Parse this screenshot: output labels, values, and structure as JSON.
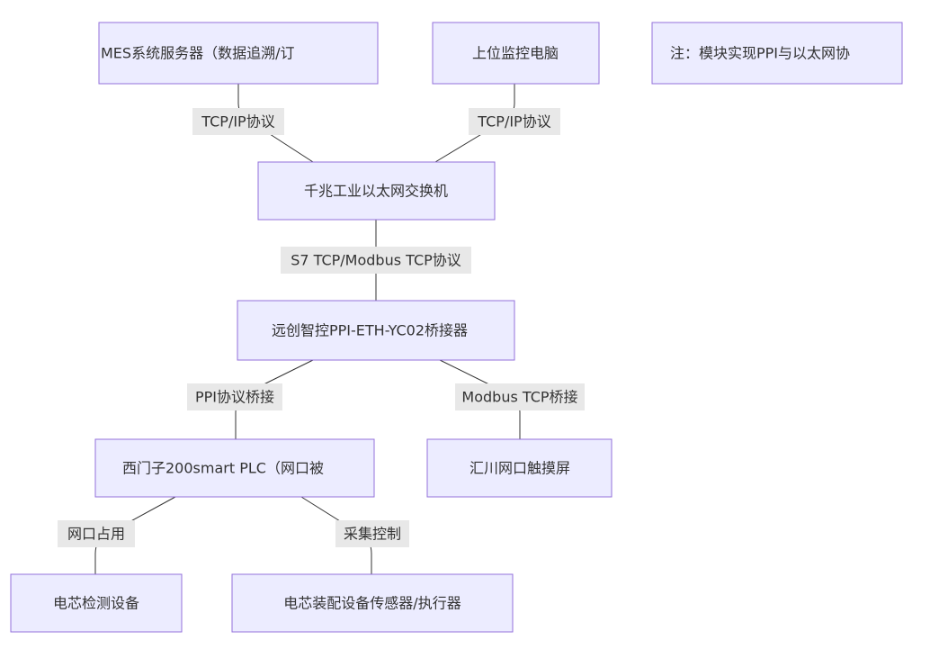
{
  "nodes": {
    "mes_server": "MES系统服务器（数据追溯/订",
    "monitor_pc": "上位监控电脑",
    "note": "注：模块实现PPI与以太网协",
    "switch": "千兆工业以太网交换机",
    "bridge": "远创智控PPI-ETH-YC02桥接器",
    "plc": "西门子200smart PLC（网口被",
    "touchscreen": "汇川网口触摸屏",
    "cell_test": "电芯检测设备",
    "cell_assembly": "电芯装配设备传感器/执行器"
  },
  "edges": {
    "mes_to_switch": "TCP/IP协议",
    "pc_to_switch": "TCP/IP协议",
    "switch_to_bridge": "S7 TCP/Modbus TCP协议",
    "bridge_to_plc": "PPI协议桥接",
    "bridge_to_touchscreen": "Modbus TCP桥接",
    "plc_to_test": "网口占用",
    "plc_to_assembly": "采集控制"
  }
}
